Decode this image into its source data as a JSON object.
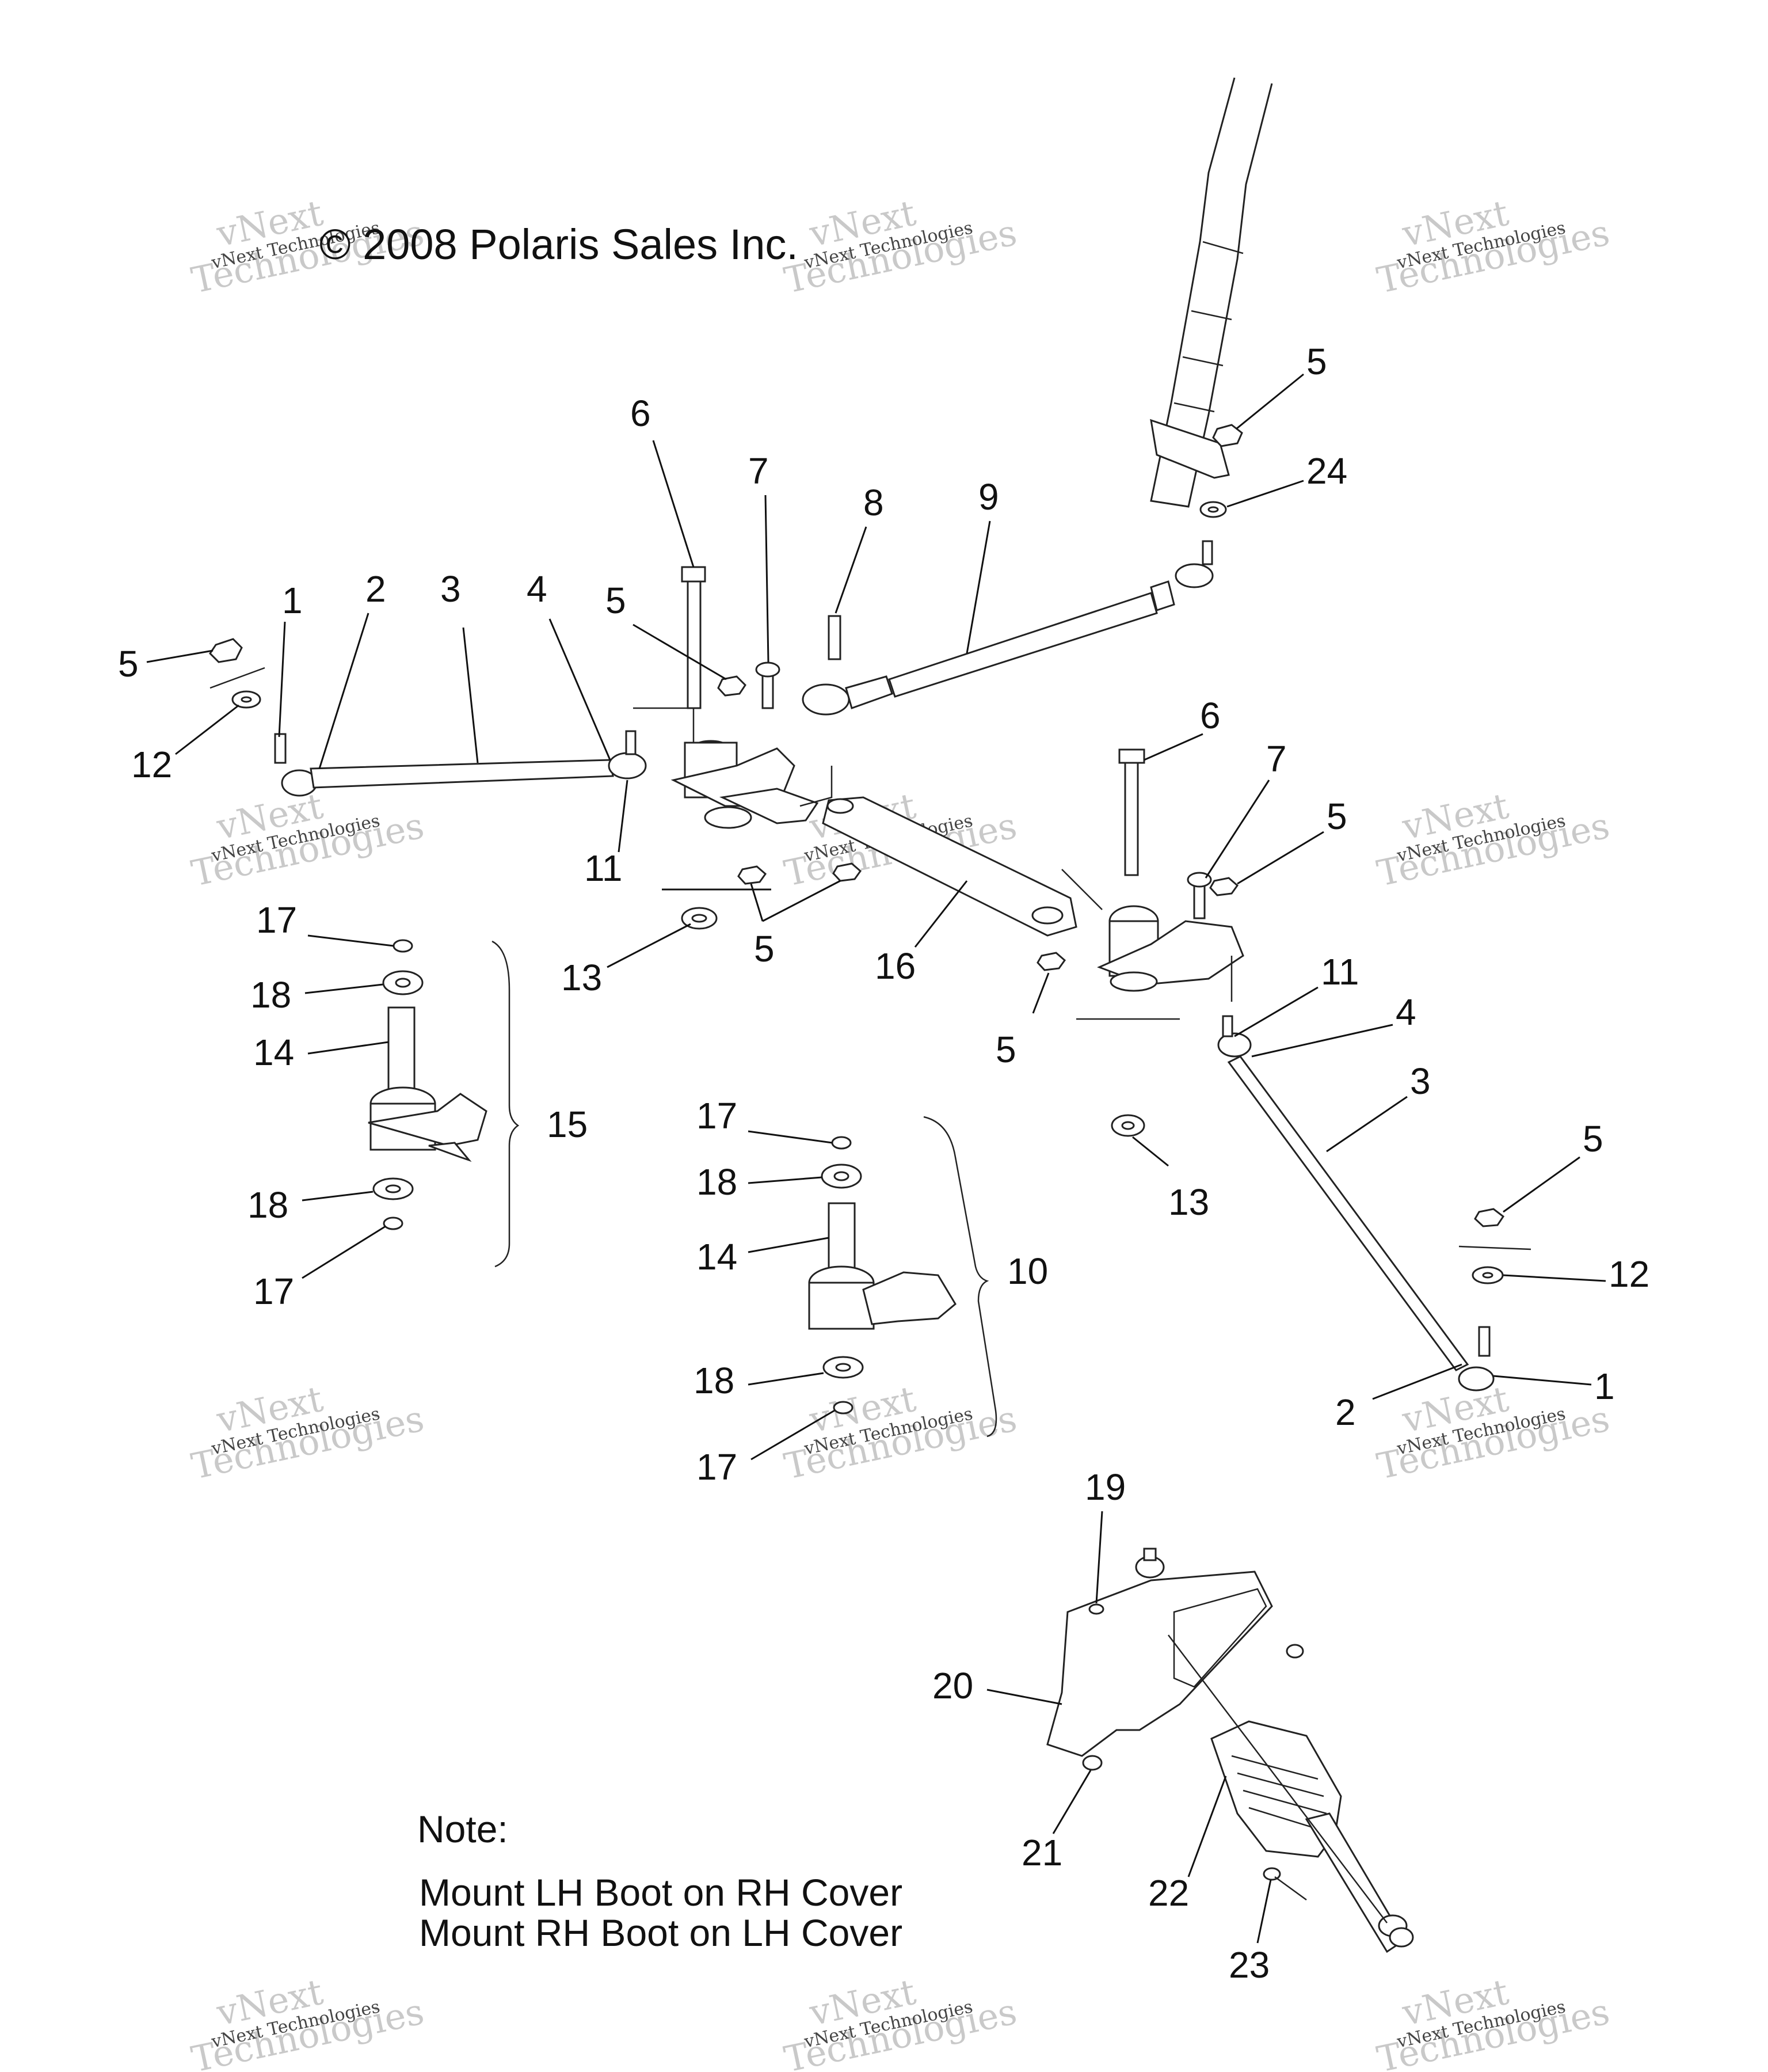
{
  "copyright": "© 2008 Polaris Sales Inc.",
  "note": {
    "heading": "Note:",
    "line1": "Mount LH Boot on RH Cover",
    "line2": "Mount RH Boot on LH Cover"
  },
  "watermark": {
    "small": "vNext Technologies",
    "large_top": "vNext",
    "large_bottom": "Technologies"
  },
  "callouts": [
    "1",
    "2",
    "3",
    "4",
    "5",
    "6",
    "7",
    "8",
    "9",
    "10",
    "11",
    "12",
    "13",
    "14",
    "15",
    "16",
    "17",
    "18",
    "19",
    "20",
    "21",
    "22",
    "23",
    "24"
  ]
}
